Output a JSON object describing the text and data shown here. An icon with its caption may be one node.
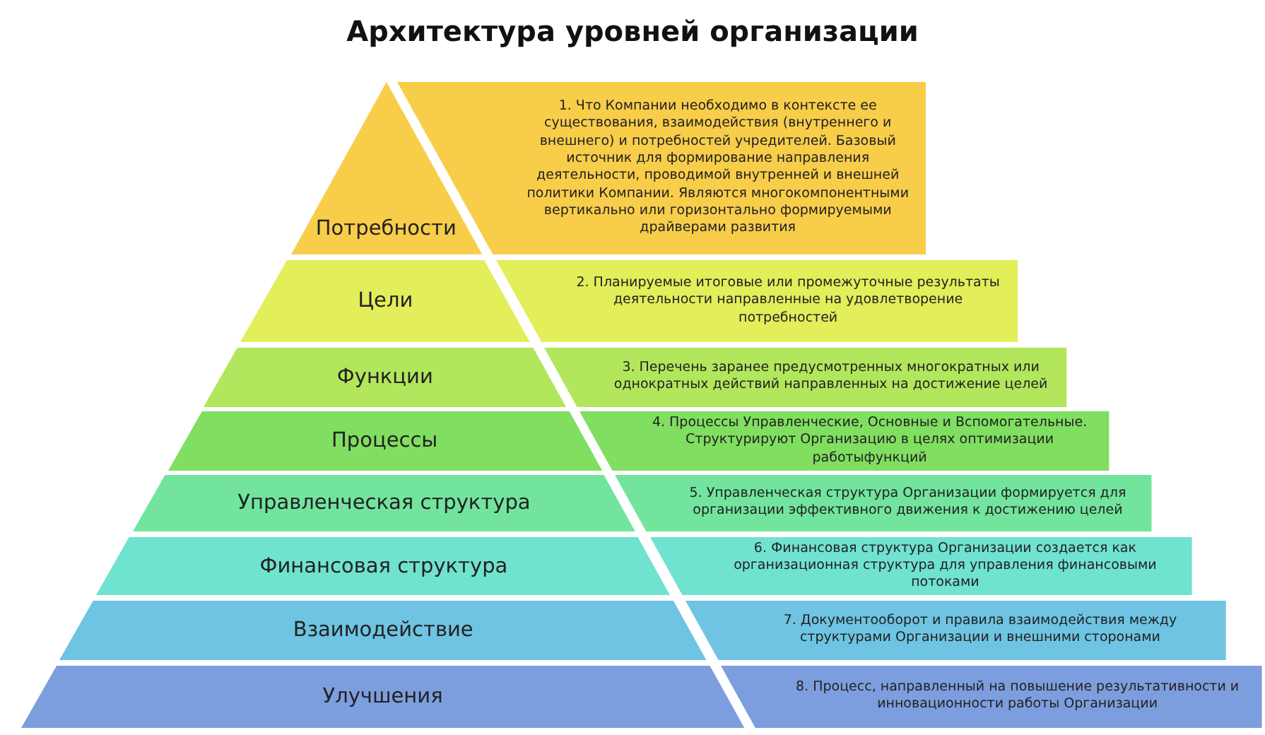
{
  "diagram": {
    "title": "Архитектура уровней организации",
    "nodes": [
      {
        "text": [
          "Потребности"
        ]
      },
      {
        "text": [
          "1. Что Компании необходимо в контексте ее существования, взаимодействия (внутреннего и внешнего) и потребностей учредителей. Базовый источник для формирование направления деятельности, проводимой внутренней и внешней политики Компании. Являются многокомпонентными вертикально или горизонтально формируемыми драйверами развития"
        ]
      },
      {
        "text": [
          "Цели"
        ]
      },
      {
        "text": [
          "2. Планируемые итоговые или промежуточные результаты деятельности направленные на удовлетворение потребностей"
        ]
      },
      {
        "text": [
          "Функции"
        ]
      },
      {
        "text": [
          "3. Перечень заранее предусмотренных многократных или однократных действий направленных на достижение целей"
        ]
      },
      {
        "text": [
          "Процессы"
        ]
      },
      {
        "text": [
          "4. Процессы Управленческие, Основные и Вспомогательные. Структурируют Организацию в целях оптимизации работыфункций"
        ]
      },
      {
        "text": [
          "Управленческая структура"
        ]
      },
      {
        "text": [
          "5. Управленческая структура Организации формируется для организации эффективного движения к достижению целей"
        ]
      },
      {
        "text": [
          "Финансовая структура"
        ]
      },
      {
        "text": [
          "6. Финансовая структура Организации создается как организационная структура для управления финансовыми потоками"
        ]
      },
      {
        "text": [
          "Взаимодействие"
        ]
      },
      {
        "text": [
          "7. Документооборот и правила взаимодействия между структурами Организации и внешними сторонами"
        ]
      },
      {
        "text": [
          "Улучшения"
        ]
      },
      {
        "text": [
          "8. Процесс, направленный на повышение результативности и инновационности работы Организации"
        ]
      }
    ],
    "edges": []
  }
}
